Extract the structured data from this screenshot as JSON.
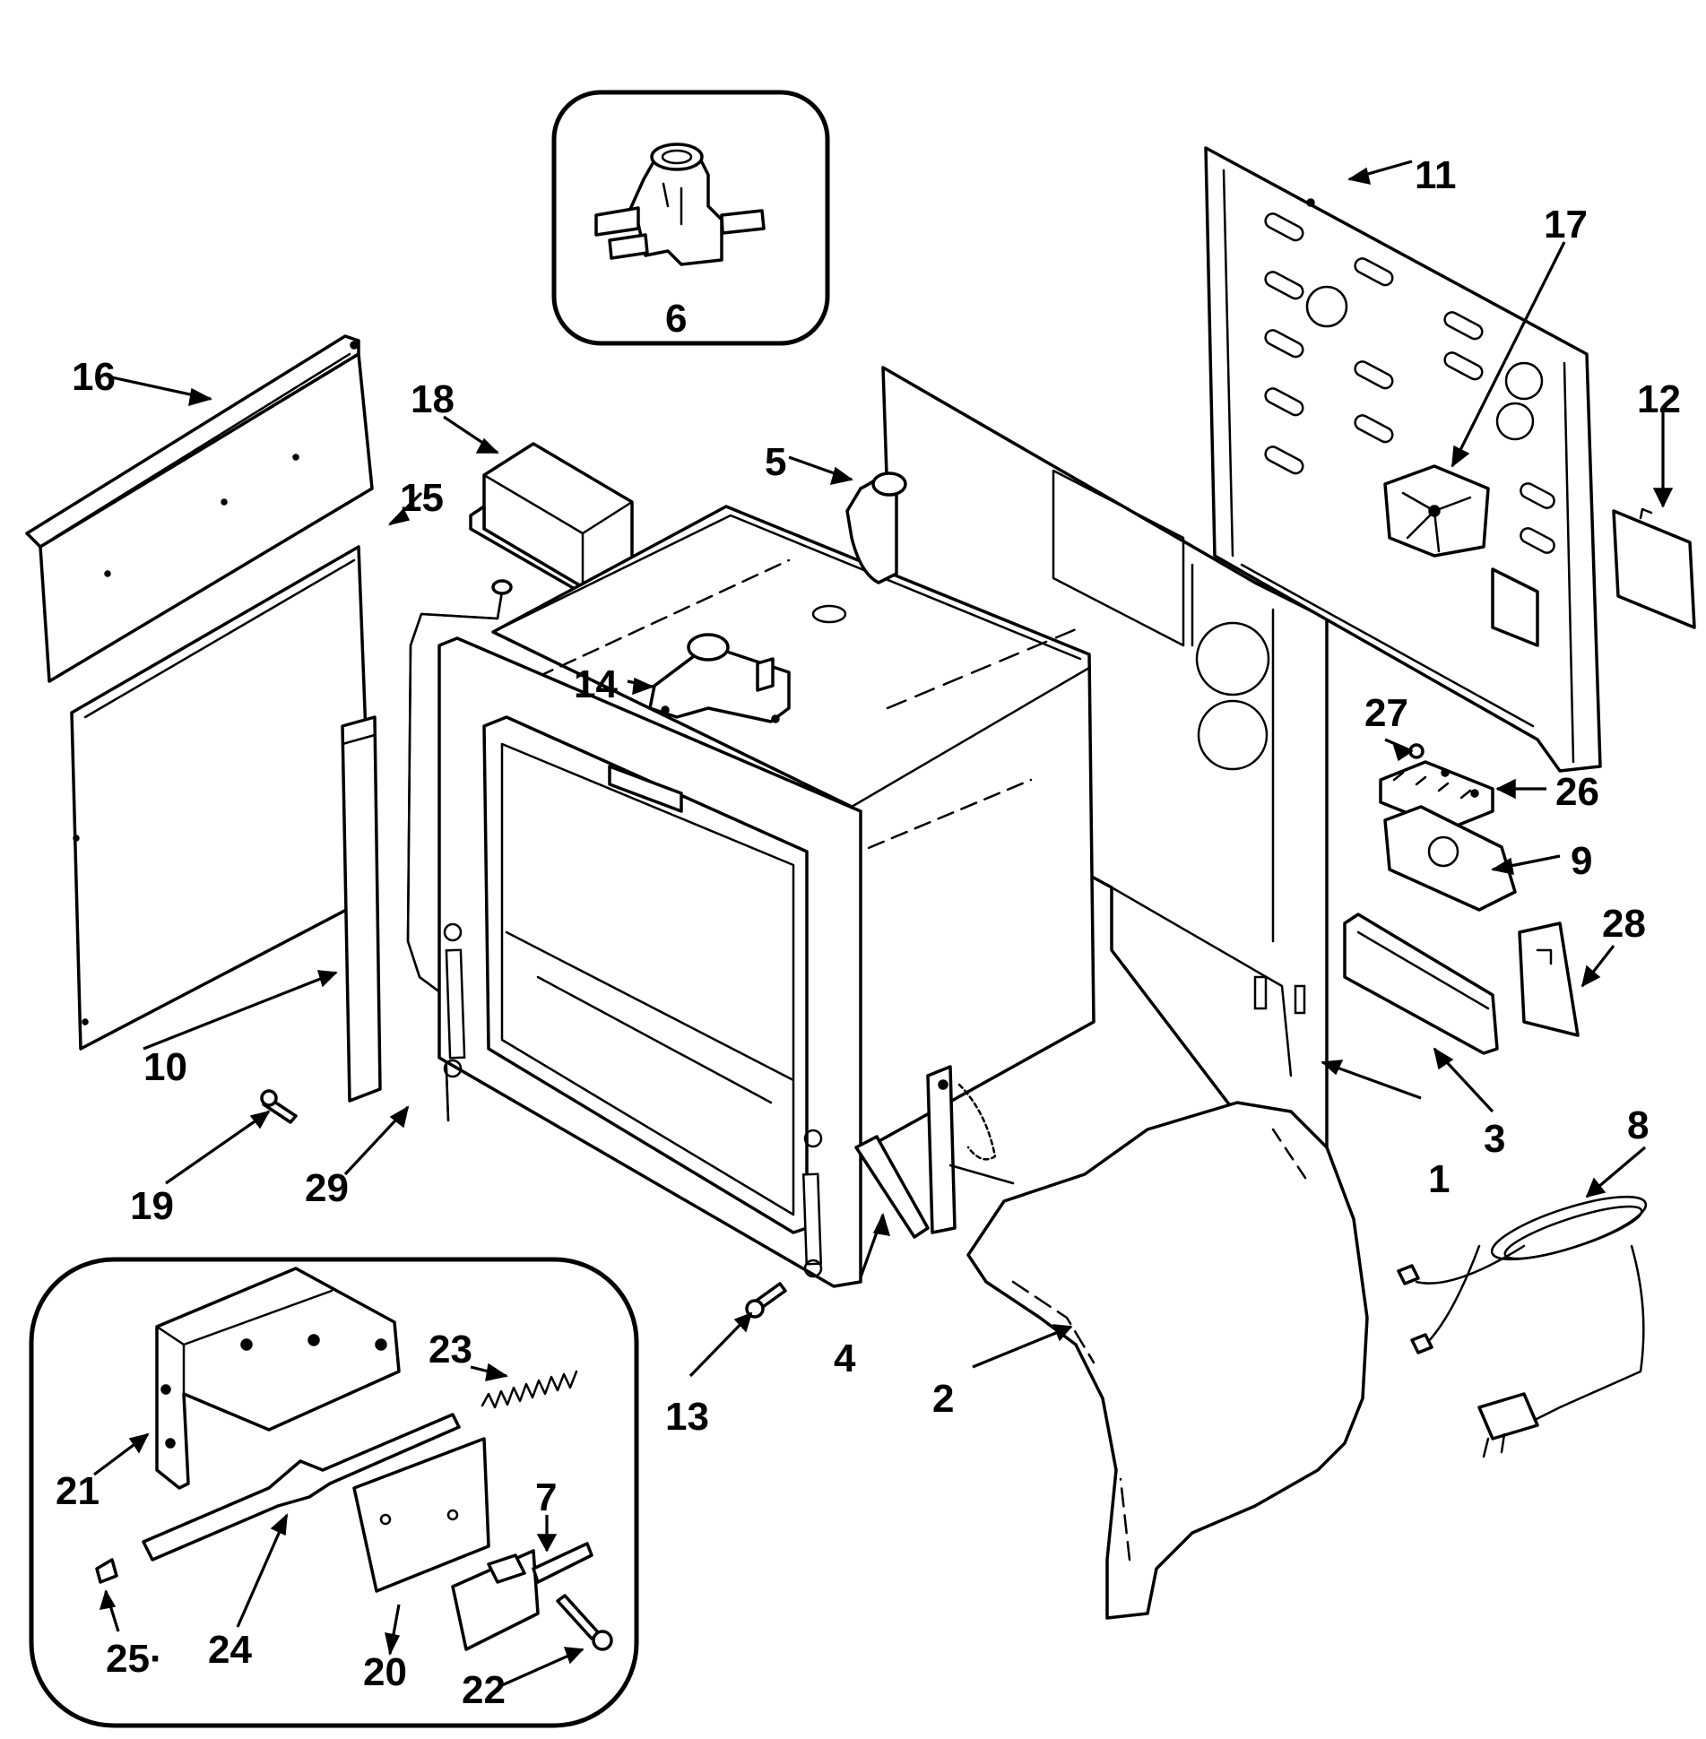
{
  "diagram": {
    "callouts": [
      {
        "id": "1",
        "label": "1"
      },
      {
        "id": "2",
        "label": "2"
      },
      {
        "id": "3",
        "label": "3"
      },
      {
        "id": "4",
        "label": "4"
      },
      {
        "id": "5",
        "label": "5"
      },
      {
        "id": "6",
        "label": "6"
      },
      {
        "id": "7",
        "label": "7"
      },
      {
        "id": "8",
        "label": "8"
      },
      {
        "id": "9",
        "label": "9"
      },
      {
        "id": "10",
        "label": "10"
      },
      {
        "id": "11",
        "label": "11"
      },
      {
        "id": "12",
        "label": "12"
      },
      {
        "id": "13",
        "label": "13"
      },
      {
        "id": "14",
        "label": "14"
      },
      {
        "id": "15",
        "label": "15"
      },
      {
        "id": "16",
        "label": "16"
      },
      {
        "id": "17",
        "label": "17"
      },
      {
        "id": "18",
        "label": "18"
      },
      {
        "id": "19",
        "label": "19"
      },
      {
        "id": "20",
        "label": "20"
      },
      {
        "id": "21",
        "label": "21"
      },
      {
        "id": "22",
        "label": "22"
      },
      {
        "id": "23",
        "label": "23"
      },
      {
        "id": "24",
        "label": "24"
      },
      {
        "id": "25",
        "label": "25·"
      },
      {
        "id": "26",
        "label": "26"
      },
      {
        "id": "27",
        "label": "27"
      },
      {
        "id": "28",
        "label": "28"
      },
      {
        "id": "29",
        "label": "29"
      }
    ]
  }
}
